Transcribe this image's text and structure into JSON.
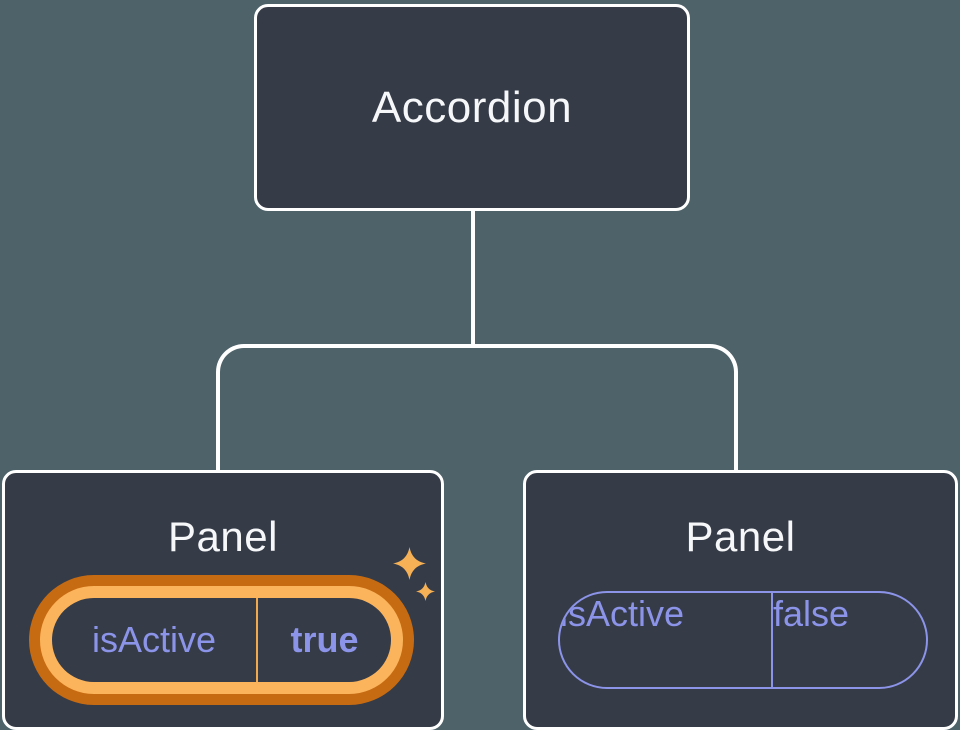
{
  "diagram": {
    "root": {
      "label": "Accordion"
    },
    "panels": [
      {
        "label": "Panel",
        "prop": "isActive",
        "value": "true",
        "highlighted": true
      },
      {
        "label": "Panel",
        "prop": "isActive",
        "value": "false",
        "highlighted": false
      }
    ]
  },
  "colors": {
    "canvas-bg": "#4E626A",
    "page-bg": "#FFFFFF",
    "node-fill": "#353B47",
    "node-border": "#FFFFFF",
    "title-text": "#F6F7F9",
    "state-purple": "#8C94E9",
    "highlight-dark-orange": "#C66B12",
    "highlight-gold": "#FBB45C",
    "divider-gold": "#F2A94E",
    "sparkle-gold": "#F6B156",
    "connector": "#FFFFFF"
  }
}
